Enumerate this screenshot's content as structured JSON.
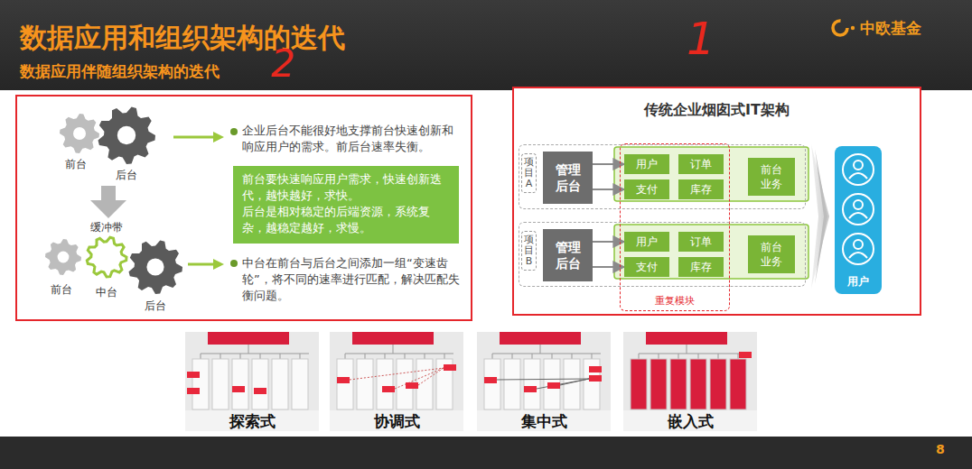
{
  "diagram": {
    "title": "数据应用和组织架构的迭代",
    "nodes": [
      {
        "text": [
          "前台要快速响应用户需求，快速创新迭代，越快越好，求快。",
          "后台是相对稳定的后端资源，系统复杂，越稳定越好，求慢。"
        ]
      },
      {
        "text": [
          "传统企业烟囱式IT架构"
        ]
      },
      {
        "text": [
          "项目A"
        ],
        "in": 1
      },
      {
        "text": [
          "管理后台"
        ],
        "in": 2
      },
      {
        "text": [
          "用户"
        ],
        "in": 2
      },
      {
        "text": [
          "订单"
        ],
        "in": 2
      },
      {
        "text": [
          "支付"
        ],
        "in": 2
      },
      {
        "text": [
          "库存"
        ],
        "in": 2
      },
      {
        "text": [
          "前台业务"
        ],
        "in": 2
      },
      {
        "text": [
          "项目B"
        ],
        "in": 1
      },
      {
        "text": [
          "管理后台"
        ],
        "in": 9
      },
      {
        "text": [
          "用户"
        ],
        "in": 9
      },
      {
        "text": [
          "订单"
        ],
        "in": 9
      },
      {
        "text": [
          "支付"
        ],
        "in": 9
      },
      {
        "text": [
          "库存"
        ],
        "in": 9
      },
      {
        "text": [
          "前台业务"
        ],
        "in": 9
      },
      {
        "text": [
          "重复模块"
        ],
        "in": 1
      },
      {
        "text": [
          "用户"
        ],
        "in": 1
      }
    ],
    "edges": [
      {
        "from": 3,
        "to": 4,
        "arrow": "to"
      },
      {
        "from": 3,
        "to": 6,
        "arrow": "to"
      },
      {
        "from": 10,
        "to": 11,
        "arrow": "to"
      },
      {
        "from": 10,
        "to": 13,
        "arrow": "to"
      }
    ],
    "labels": [
      "数据应用伴随组织架构的迭代",
      "中欧基金",
      "前台",
      "后台",
      "缓冲带",
      "前台",
      "中台",
      "后台",
      "企业后台不能很好地支撑前台快速创新和响应用户的需求。前后台速率失衡。",
      "中台在前台与后台之间添加一组“变速齿轮”，将不同的速率进行匹配，解决匹配失衡问题。",
      "探索式",
      "协调式",
      "集中式",
      "嵌入式",
      "2",
      "1",
      "8"
    ]
  }
}
